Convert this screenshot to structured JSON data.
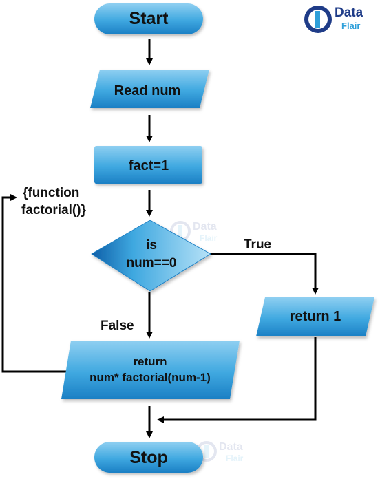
{
  "brand": {
    "logo_line1": "Data",
    "logo_line2": "Flair",
    "color_dark": "#1f3c88",
    "color_light": "#2e9fd9"
  },
  "colors": {
    "shape_light": "#8fcff1",
    "shape_mid": "#3fa8e0",
    "shape_dark": "#1b7fc4",
    "text": "#111111",
    "arrow": "#000000"
  },
  "nodes": {
    "start": "Start",
    "read": "Read num",
    "init": "fact=1",
    "decision_line1": "is",
    "decision_line2": "num==0",
    "return_one": "return 1",
    "recurse_line1": "return",
    "recurse_line2": "num* factorial(num-1)",
    "stop": "Stop"
  },
  "labels": {
    "true": "True",
    "false": "False",
    "function_line1": "{function",
    "function_line2": "factorial()}"
  }
}
